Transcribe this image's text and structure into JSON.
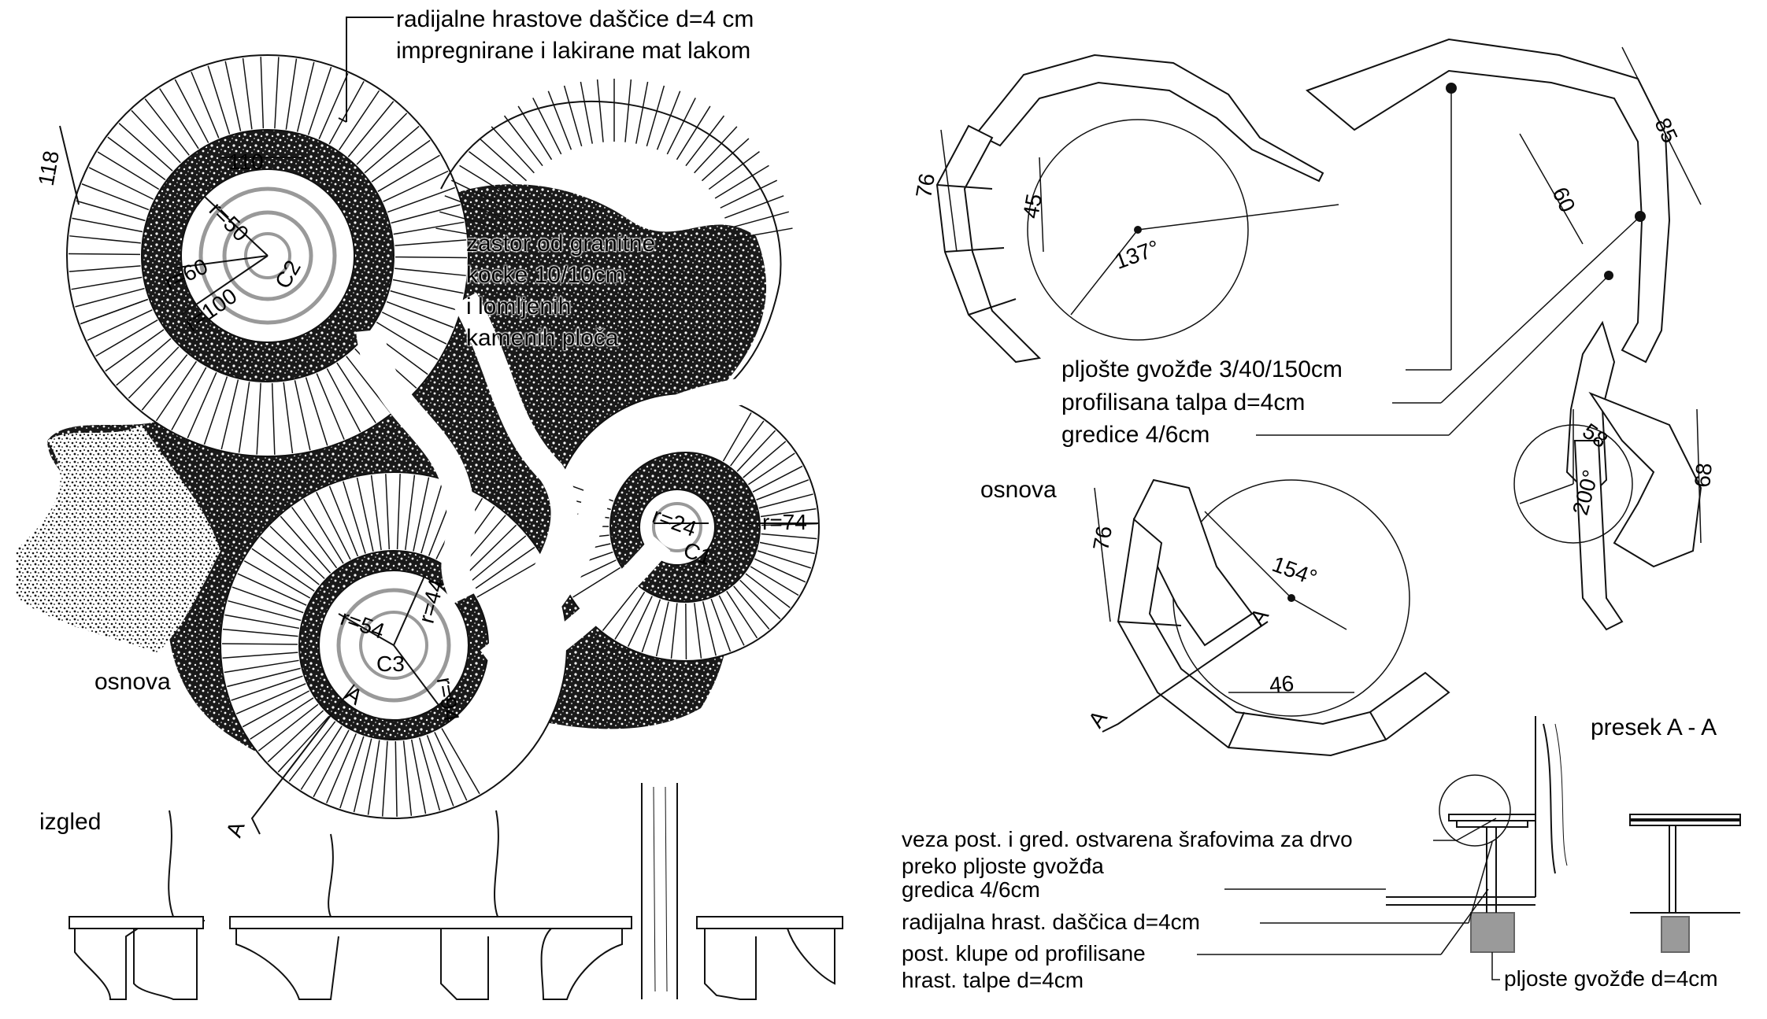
{
  "texts": {
    "slats_line1": "radijalne hrastove daščice d=4 cm",
    "slats_line2": "impregnirane i lakirane mat lakom",
    "paving_1": "zastor od granitne",
    "paving_2": "kocke 10/10cm",
    "paving_3": "i lomljenih",
    "paving_4": "kamenih ploča",
    "osnova_left": "osnova",
    "osnova_right": "osnova",
    "izgled": "izgled",
    "presek": "presek A - A",
    "legend_1": "pljošte gvožđe 3/40/150cm",
    "legend_2": "profilisana talpa d=4cm",
    "legend_3": "gredice 4/6cm",
    "note_1": "veza post. i gred. ostvarena šrafovima za drvo",
    "note_2": "preko pljoste gvožđa",
    "note_3": "gredica 4/6cm",
    "note_4": "radijalna hrast. daščica d=4cm",
    "note_5": "post. klupe od profilisane",
    "note_6": "hrast. talpe d=4cm",
    "note_7": "pljoste gvožđe d=4cm"
  },
  "dimensions": {
    "d_118": "118",
    "d_110": "110",
    "r50": "r=50",
    "r60": "r=60",
    "r100": "r=100",
    "c2": "C2",
    "r24": "r=24",
    "r74": "r=74",
    "c1": "C1",
    "r54": "r=54",
    "r44": "r=44",
    "r94": "r=94",
    "c3": "C3",
    "a_left_top": "A",
    "a_left_bottom": "A",
    "d76_a": "76",
    "d45": "45",
    "ang137": "137°",
    "d85": "85",
    "d60": "60",
    "d58": "58",
    "ang200": "200°",
    "d68": "68",
    "d76_b": "76",
    "ang154": "154°",
    "a_right_top": "A",
    "a_right_bottom": "A",
    "d46": "46"
  },
  "colors": {
    "ink": "#111111",
    "paper": "#ffffff",
    "gravel": "#2a2a2a",
    "concrete": "#9a9a9a"
  }
}
